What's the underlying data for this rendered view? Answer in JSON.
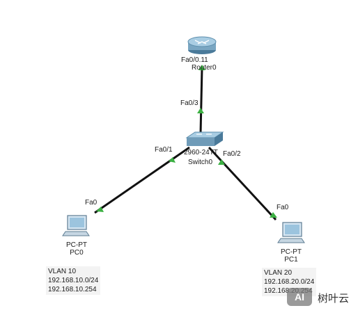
{
  "devices": {
    "router": {
      "name": "Router0",
      "model_label": "Fa0/0.11"
    },
    "switch": {
      "name": "Switch0",
      "model": "2960-24TT"
    },
    "pc0": {
      "type": "PC-PT",
      "name": "PC0"
    },
    "pc1": {
      "type": "PC-PT",
      "name": "PC1"
    }
  },
  "ports": {
    "router_to_switch": "Fa0/3",
    "switch_to_pc0": "Fa0/1",
    "switch_to_pc1": "Fa0/2",
    "pc0": "Fa0",
    "pc1": "Fa0"
  },
  "notes": {
    "vlan10": {
      "title": "VLAN 10",
      "network": "192.168.10.0/24",
      "gateway": "192.168.10.254"
    },
    "vlan20": {
      "title": "VLAN 20",
      "network": "192.168.20.0/24",
      "gateway": "192.168.20.254"
    }
  },
  "watermark": {
    "text": "树叶云",
    "logo": "AI"
  },
  "colors": {
    "link_ok": "#3cb043",
    "cable": "#111111"
  }
}
